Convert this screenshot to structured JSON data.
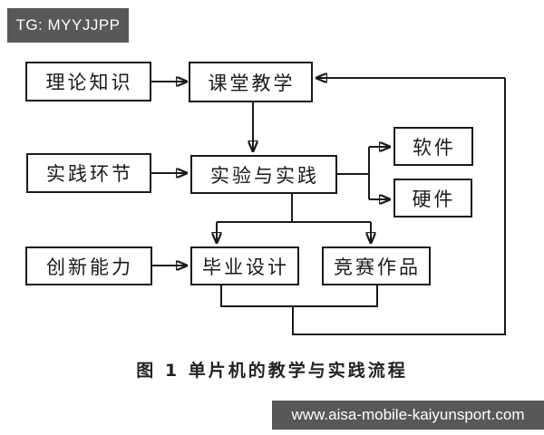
{
  "badges": {
    "telegram": "TG: MYYJJPP",
    "website": "www.aisa-mobile-kaiyunsport.com"
  },
  "diagram": {
    "caption": "图 1  单片机的教学与实践流程",
    "nodes": [
      {
        "id": "theory",
        "label": "理论知识"
      },
      {
        "id": "classroom",
        "label": "课堂教学"
      },
      {
        "id": "practice",
        "label": "实践环节"
      },
      {
        "id": "experiment",
        "label": "实验与实践"
      },
      {
        "id": "software",
        "label": "软件"
      },
      {
        "id": "hardware",
        "label": "硬件"
      },
      {
        "id": "innovation",
        "label": "创新能力"
      },
      {
        "id": "graduation",
        "label": "毕业设计"
      },
      {
        "id": "competition",
        "label": "竞赛作品"
      }
    ],
    "edges": [
      {
        "from": "理论知识",
        "to": "课堂教学"
      },
      {
        "from": "课堂教学",
        "to": "实验与实践"
      },
      {
        "from": "实践环节",
        "to": "实验与实践"
      },
      {
        "from": "实验与实践",
        "to": "软件"
      },
      {
        "from": "实验与实践",
        "to": "硬件"
      },
      {
        "from": "实验与实践",
        "to": "毕业设计"
      },
      {
        "from": "实验与实践",
        "to": "竞赛作品"
      },
      {
        "from": "创新能力",
        "to": "毕业设计"
      },
      {
        "from": "毕业设计",
        "to": "课堂教学"
      },
      {
        "from": "竞赛作品",
        "to": "课堂教学"
      }
    ]
  },
  "colors": {
    "background": "#ffffff",
    "line": "#1a1a1a",
    "badge_bg": "#58585a",
    "badge_text": "#ffffff"
  }
}
